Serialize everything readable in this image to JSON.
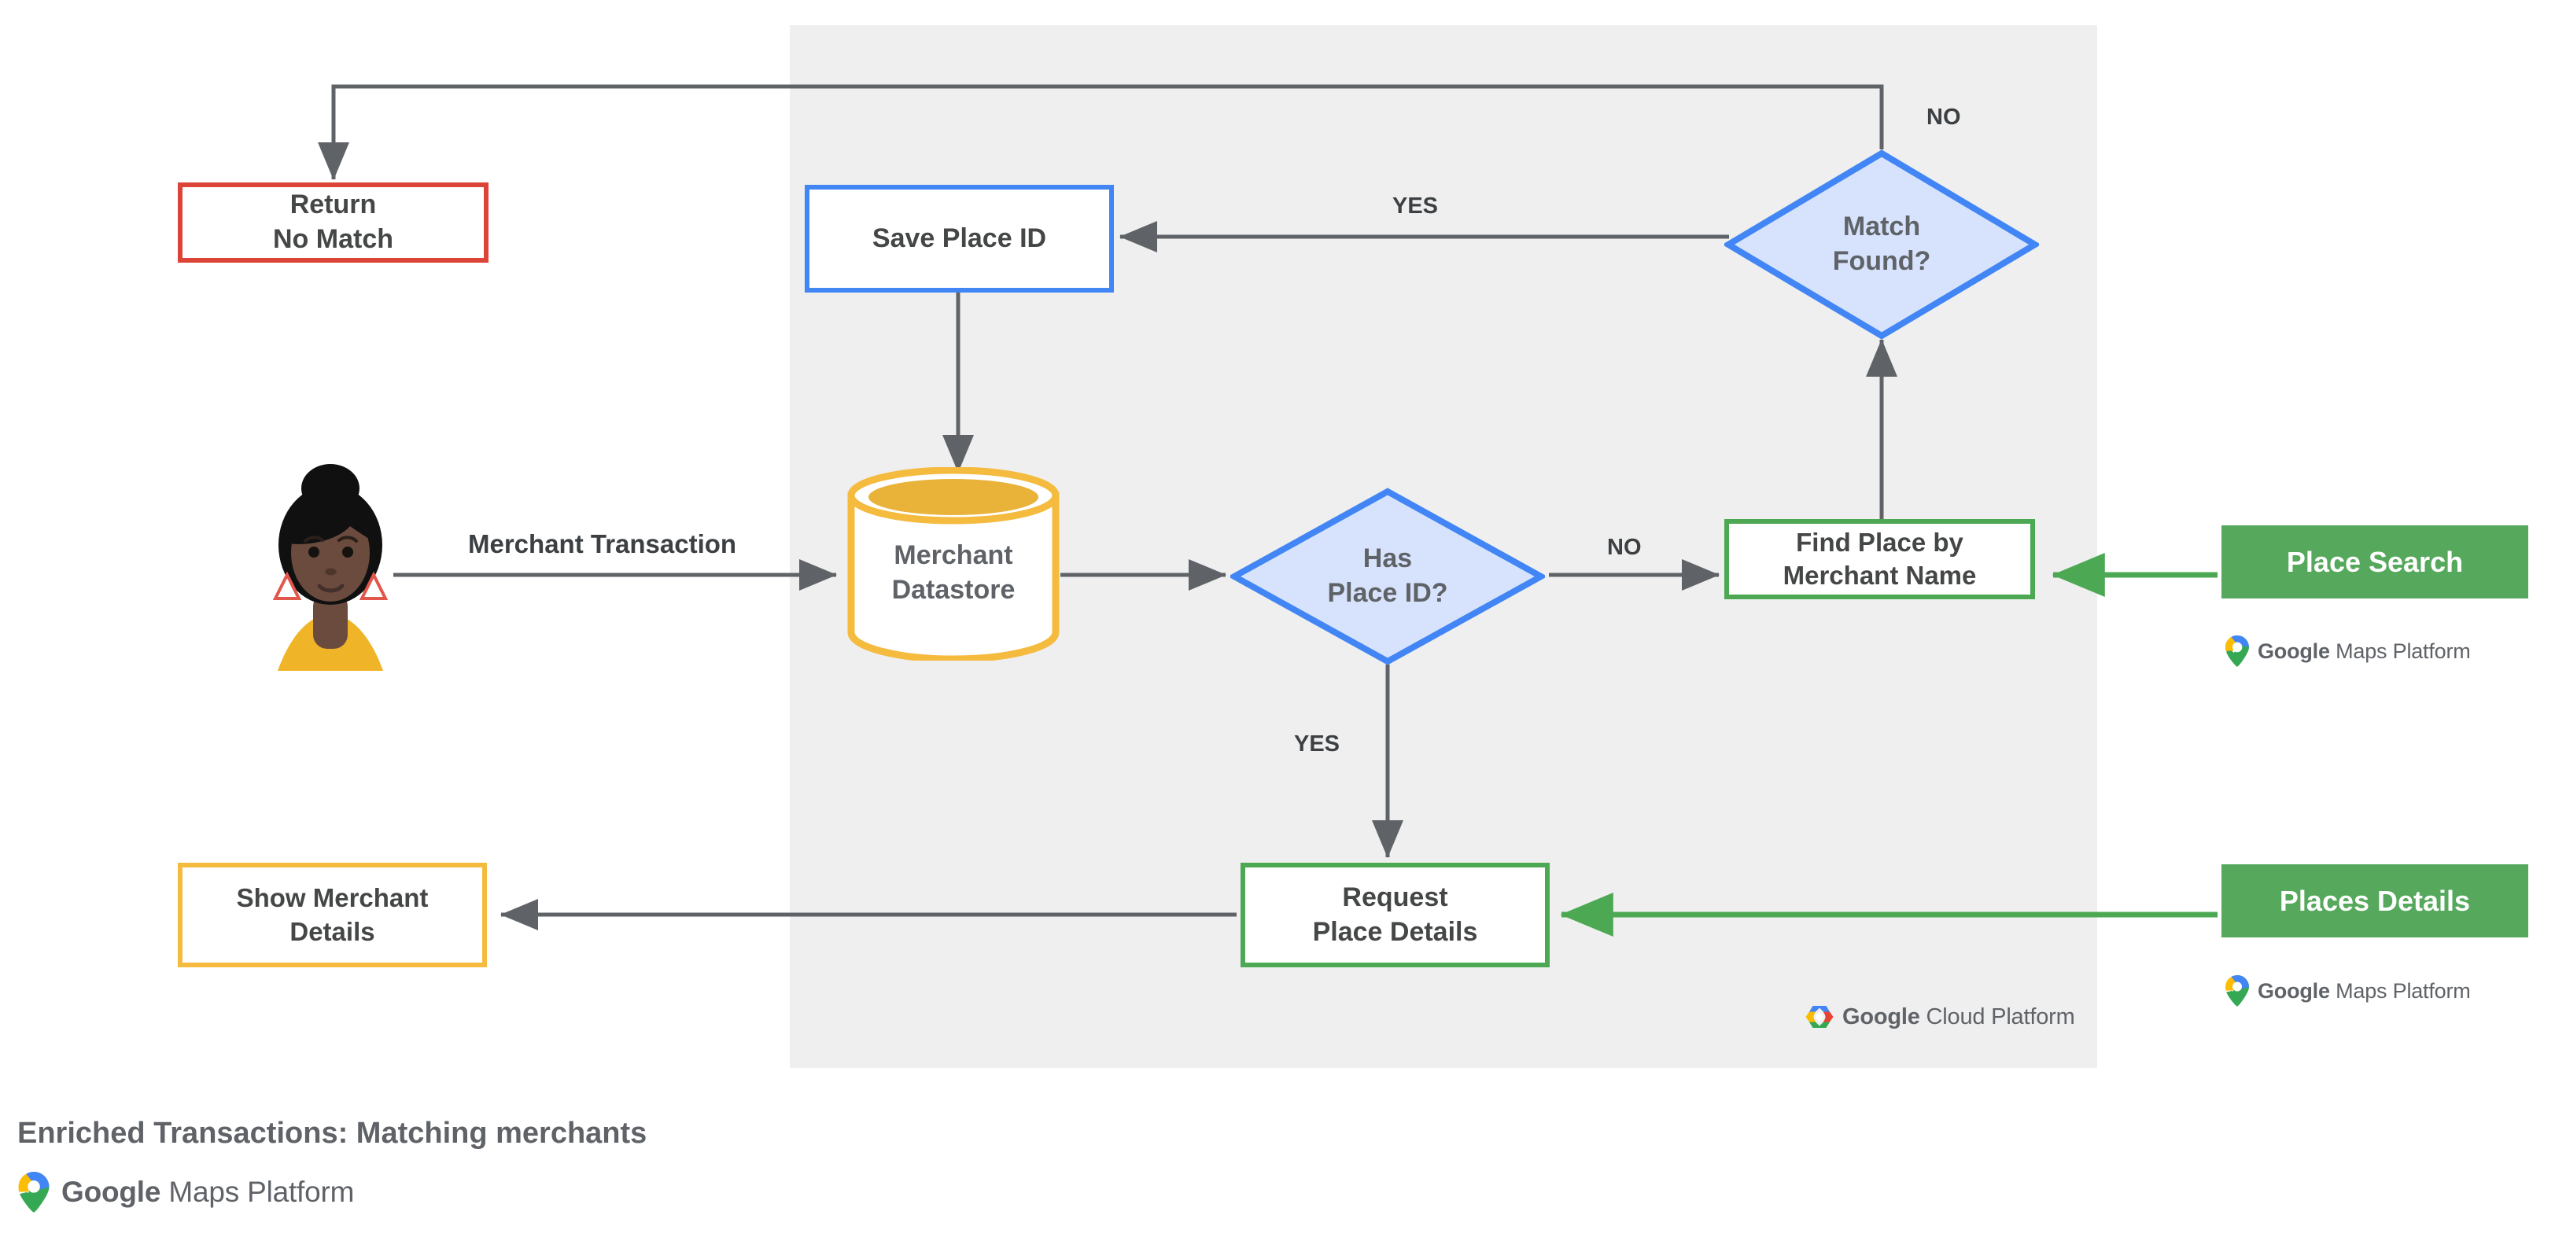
{
  "diagram": {
    "caption": "Enriched Transactions: Matching merchants",
    "panel_label": "Google Cloud Platform",
    "colors": {
      "panel_bg": "#EFEFEF",
      "red": "#DB4437",
      "blue": "#4285F4",
      "blue_fill": "#D7E3FC",
      "green": "#4CA853",
      "green_solid": "#55A85C",
      "yellow": "#F5BB3F",
      "edge": "#5F6368",
      "text": "#444746"
    }
  },
  "nodes": {
    "return_no_match": {
      "label": "Return\nNo Match",
      "color": "red"
    },
    "save_place_id": {
      "label": "Save Place ID",
      "color": "blue"
    },
    "match_found": {
      "label": "Match\nFound?",
      "color": "blue"
    },
    "merchant_datastore": {
      "label": "Merchant\nDatastore",
      "color": "yellow"
    },
    "has_place_id": {
      "label": "Has\nPlace ID?",
      "color": "blue"
    },
    "find_place": {
      "label": "Find Place by\nMerchant Name",
      "color": "green"
    },
    "request_place_details": {
      "label": "Request\nPlace Details",
      "color": "green"
    },
    "show_merchant_details": {
      "label": "Show Merchant\nDetails",
      "color": "yellow"
    }
  },
  "api_chips": [
    {
      "label": "Place Search",
      "logo": "Google Maps Platform"
    },
    {
      "label": "Places Details",
      "logo": "Google Maps Platform"
    }
  ],
  "edge_labels": {
    "merchant_transaction": "Merchant Transaction",
    "match_found_no": "NO",
    "match_found_yes": "YES",
    "has_place_id_no": "NO",
    "has_place_id_yes": "YES"
  },
  "logos": {
    "maps_platform_brand": "Google",
    "maps_platform_rest": " Maps Platform",
    "cloud_platform_brand": "Google",
    "cloud_platform_rest": " Cloud Platform"
  },
  "actor": {
    "name": "merchant-customer-avatar",
    "skin": "#6B4B3E",
    "hair": "#0E0D0C",
    "shirt": "#F0B429",
    "earring": "#E2574C"
  }
}
